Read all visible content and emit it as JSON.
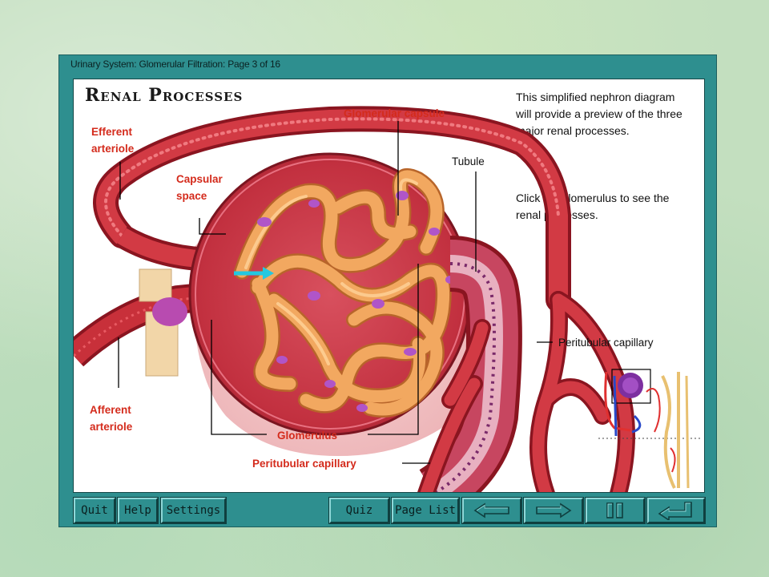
{
  "window": {
    "title": "Urinary System: Glomerular Filtration: Page 3 of 16"
  },
  "content": {
    "heading": "Renal Processes",
    "info_paragraph_1": "This simplified nephron diagram will provide a preview of the three major renal processes.",
    "info_paragraph_2": "Click the glomerulus to see the renal processes."
  },
  "labels": {
    "efferent_arteriole_1": "Efferent",
    "efferent_arteriole_2": "arteriole",
    "capsular_space_1": "Capsular",
    "capsular_space_2": "space",
    "glomerular_capsule": "Glomerular capsule",
    "tubule": "Tubule",
    "peritubular_capillary_right": "Peritubular capillary",
    "afferent_arteriole_1": "Afferent",
    "afferent_arteriole_2": "arteriole",
    "glomerulus": "Glomerulus",
    "peritubular_capillary_bottom": "Peritubular capillary"
  },
  "toolbar": {
    "quit": "Quit",
    "help": "Help",
    "settings": "Settings",
    "quiz": "Quiz",
    "page_list": "Page List",
    "back_icon": "arrow-left-icon",
    "forward_icon": "arrow-right-icon",
    "pause_icon": "pause-icon",
    "return_icon": "return-arrow-icon"
  },
  "colors": {
    "frame": "#2e8f8f",
    "label_red": "#d42b1c",
    "vessel_red": "#c8303a",
    "glomerulus_orange": "#f2a860"
  }
}
